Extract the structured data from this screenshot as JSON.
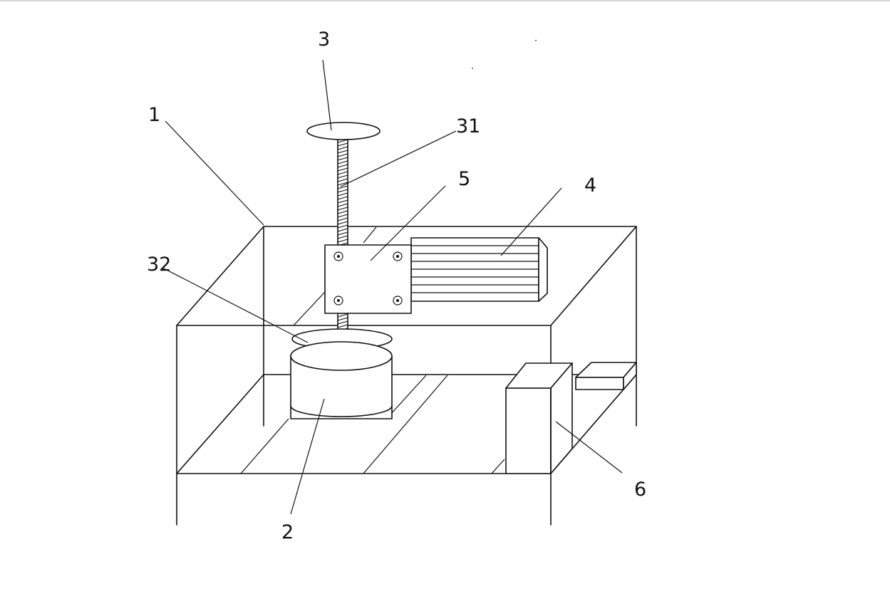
{
  "labels": {
    "l1": "1",
    "l2": "2",
    "l3": "3",
    "l31": "31",
    "l32": "32",
    "l4": "4",
    "l5": "5",
    "l6": "6"
  },
  "colors": {
    "line": "#111111",
    "background": "#ffffff"
  }
}
